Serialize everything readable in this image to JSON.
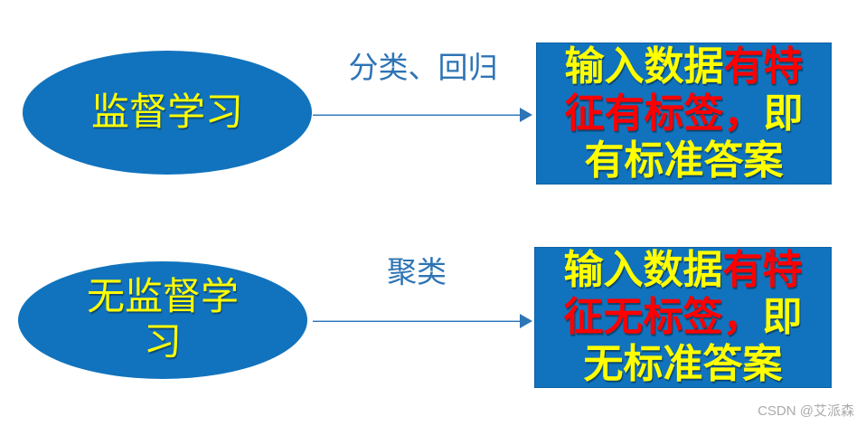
{
  "diagram": {
    "nodes": [
      {
        "id": "supervised-learning",
        "label": "监督学习",
        "arrow_label": "分类、回归",
        "box_lines": [
          {
            "segments": [
              {
                "text": "输入数据",
                "color": "#FFFF00"
              },
              {
                "text": "有特",
                "color": "#FF0000"
              }
            ]
          },
          {
            "segments": [
              {
                "text": "征有标签，",
                "color": "#FF0000"
              },
              {
                "text": "即",
                "color": "#FFFF00"
              }
            ]
          },
          {
            "segments": [
              {
                "text": "有标准答案",
                "color": "#FFFF00"
              }
            ]
          }
        ]
      },
      {
        "id": "unsupervised-learning",
        "label": "无监督学\n习",
        "arrow_label": "聚类",
        "box_lines": [
          {
            "segments": [
              {
                "text": "输入数据",
                "color": "#FFFF00"
              },
              {
                "text": "有特",
                "color": "#FF0000"
              }
            ]
          },
          {
            "segments": [
              {
                "text": "征无标签，",
                "color": "#FF0000"
              },
              {
                "text": "即",
                "color": "#FFFF00"
              }
            ]
          },
          {
            "segments": [
              {
                "text": "无标准答案",
                "color": "#FFFF00"
              }
            ]
          }
        ]
      }
    ],
    "colors": {
      "shape_fill": "#1173BD",
      "arrow": "#2E75B6",
      "arrow_label_text": "#2E74B5",
      "text_yellow": "#FFFF00",
      "text_red": "#FF0000",
      "background": "#FFFFFF"
    }
  },
  "watermark": "CSDN @艾派森"
}
